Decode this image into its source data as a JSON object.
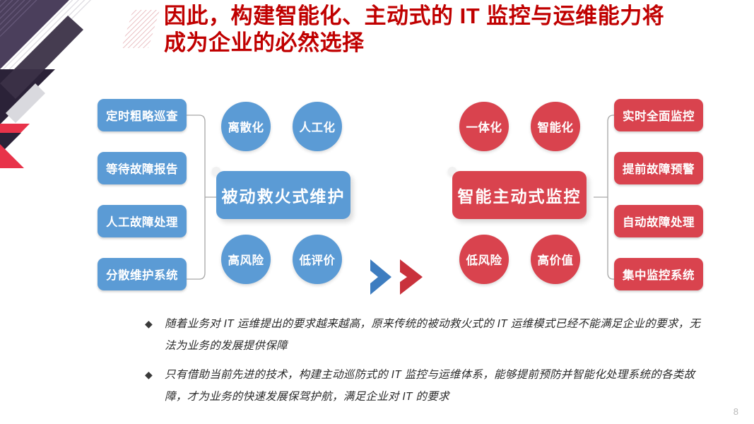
{
  "slide": {
    "title": "因此，构建智能化、主动式的 IT 监控与运维能力将\n成为企业的必然选择",
    "page_number": "8",
    "colors": {
      "title_red": "#C00000",
      "blue": "#5B9BD5",
      "red": "#D9434E",
      "corner_purple": "#4B3F5C",
      "corner_dark": "#2B2238",
      "corner_accent_red": "#E8334A",
      "connector_gray": "#A6A6A6",
      "page_number_gray": "#B9B9B9"
    }
  },
  "diagram": {
    "left_group": {
      "side_boxes": [
        {
          "label": "定时粗略巡查"
        },
        {
          "label": "等待故障报告"
        },
        {
          "label": "人工故障处理"
        },
        {
          "label": "分散维护系统"
        }
      ],
      "center": {
        "label": "被动救火式维护"
      },
      "circles": [
        {
          "label": "离散化"
        },
        {
          "label": "人工化"
        },
        {
          "label": "高风险"
        },
        {
          "label": "低评价"
        }
      ]
    },
    "transition": {
      "first_chevron_icon": "chevron-right-icon",
      "second_chevron_icon": "chevron-right-icon"
    },
    "right_group": {
      "side_boxes": [
        {
          "label": "实时全面监控"
        },
        {
          "label": "提前故障预警"
        },
        {
          "label": "自动故障处理"
        },
        {
          "label": "集中监控系统"
        }
      ],
      "center": {
        "label": "智能主动式监控"
      },
      "circles": [
        {
          "label": "一体化"
        },
        {
          "label": "智能化"
        },
        {
          "label": "低风险"
        },
        {
          "label": "高价值"
        }
      ]
    }
  },
  "bullets": [
    {
      "marker": "◆",
      "text": "随着业务对 IT 运维提出的要求越来越高，原来传统的被动救火式的 IT 运维模式已经不能满足企业的要求，无法为业务的发展提供保障"
    },
    {
      "marker": "◆",
      "text": "只有借助当前先进的技术，构建主动巡防式的 IT 监控与运维体系，能够提前预防并智能化处理系统的各类故障，才为业务的快速发展保驾护航，满足企业对 IT 的要求"
    }
  ]
}
